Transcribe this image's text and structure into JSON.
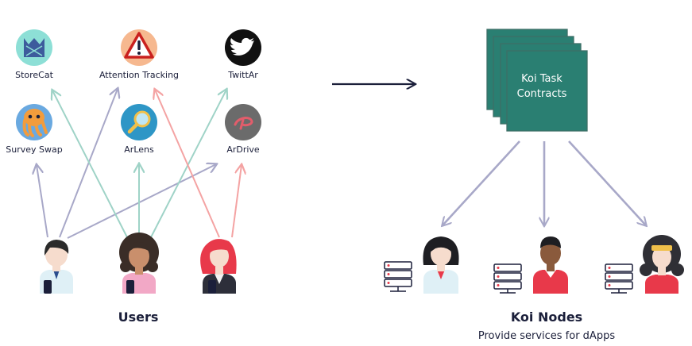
{
  "apps": {
    "storecat": "StoreCat",
    "attention": "Attention Tracking",
    "twittar": "TwittAr",
    "surveyswap": "Survey Swap",
    "arlens": "ArLens",
    "ardrive": "ArDrive"
  },
  "users_label": "Users",
  "contracts": {
    "line1": "Koi Task",
    "line2": "Contracts"
  },
  "nodes": {
    "title": "Koi Nodes",
    "subtitle": "Provide services for dApps"
  },
  "colors": {
    "navy": "#1b1f3a",
    "teal": "#2a7f72",
    "arrow_gray": "#a8a8c8",
    "arrow_teal": "#9fd3c7",
    "arrow_pink": "#f4a3a3"
  }
}
